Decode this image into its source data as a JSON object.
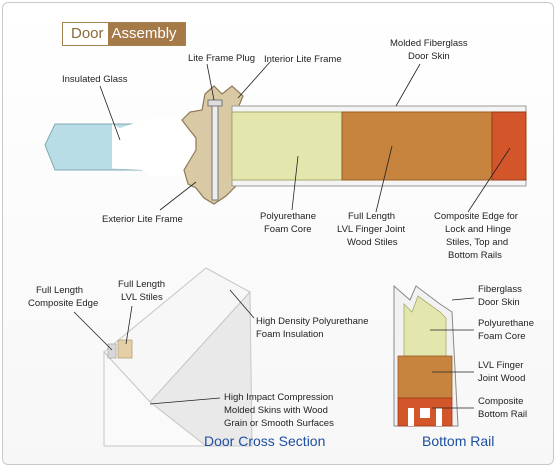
{
  "title": {
    "part1": "Door",
    "part2": "Assembly"
  },
  "top_labels": {
    "lite_frame_plug": "Lite Frame Plug",
    "interior_lite_frame": "Interior Lite Frame",
    "molded_skin": [
      "Molded Fiberglass",
      "Door Skin"
    ],
    "insulated_glass": "Insulated Glass",
    "exterior_lite_frame": "Exterior Lite Frame",
    "foam_core": [
      "Polyurethane",
      "Foam Core"
    ],
    "lvl_stiles": [
      "Full Length",
      "LVL Finger Joint",
      "Wood Stiles"
    ],
    "composite_edge": [
      "Composite Edge for",
      "Lock and Hinge",
      "Stiles, Top and",
      "Bottom Rails"
    ]
  },
  "cross_section_labels": {
    "composite_edge": [
      "Full Length",
      "Composite Edge"
    ],
    "lvl_stiles": [
      "Full Length",
      "LVL Stiles"
    ],
    "foam_insulation": [
      "High Density Polyurethane",
      "Foam Insulation"
    ],
    "skins": [
      "High Impact Compression",
      "Molded Skins with Wood",
      "Grain or Smooth Surfaces"
    ]
  },
  "bottom_rail_labels": {
    "skin": [
      "Fiberglass",
      "Door Skin"
    ],
    "foam": [
      "Polyurethane",
      "Foam Core"
    ],
    "lvl": [
      "LVL Finger",
      "Joint Wood"
    ],
    "rail": [
      "Composite",
      "Bottom Rail"
    ]
  },
  "captions": {
    "cross_section": "Door Cross Section",
    "bottom_rail": "Bottom Rail"
  },
  "colors": {
    "glass": "#b9dde6",
    "frame": "#d9c9a4",
    "foam": "#e3e7ae",
    "lvl": "#c7843f",
    "composite": "#d2562a",
    "skin": "#f4f4f4",
    "caption": "#1f4fa0",
    "title_accent": "#a57a48"
  }
}
